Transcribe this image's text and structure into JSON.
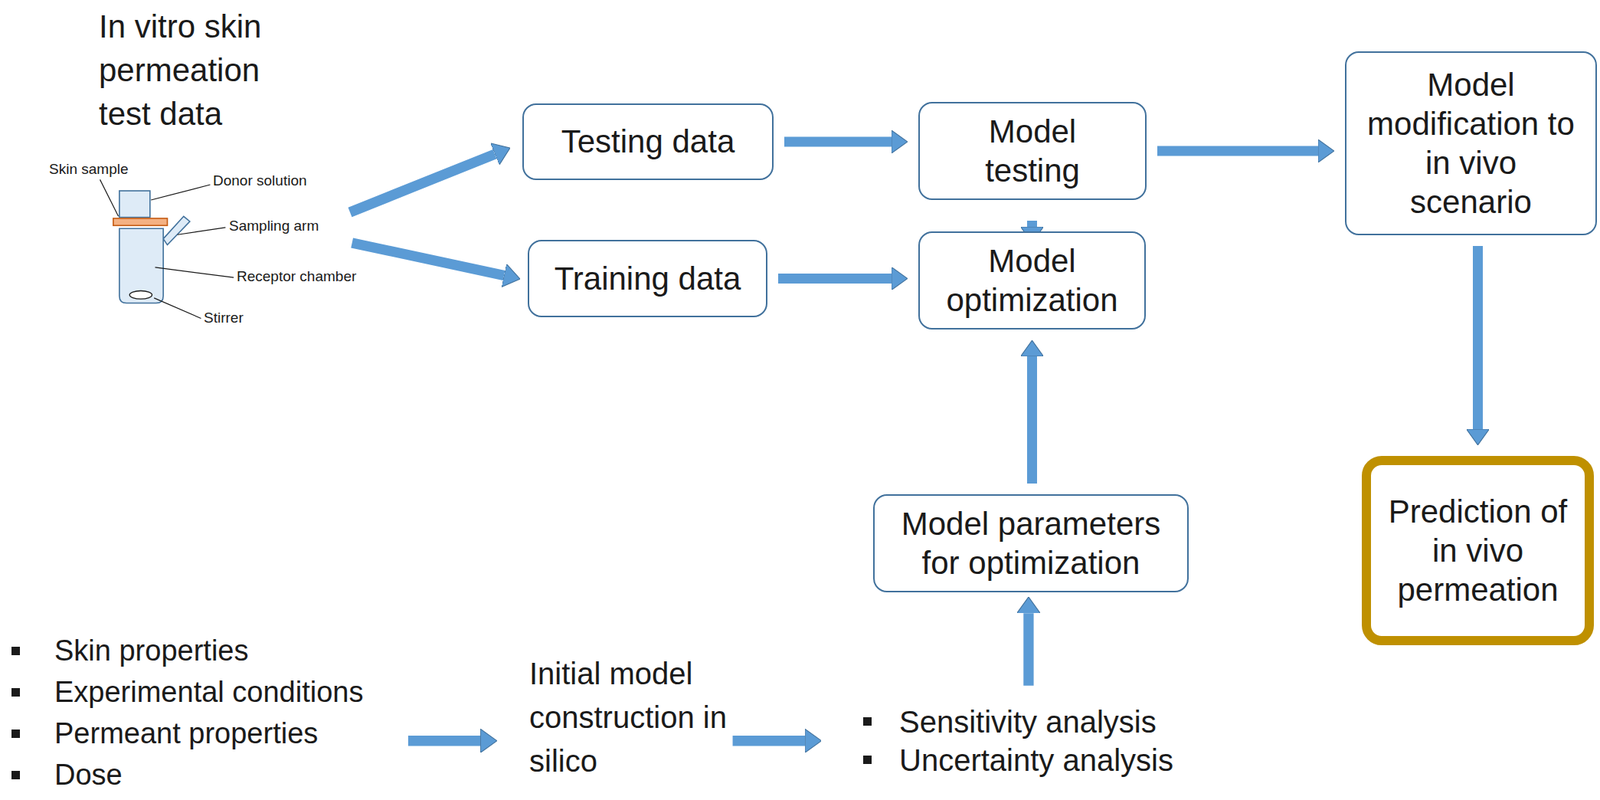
{
  "diagram": {
    "nodes": [
      {
        "text": [
          "Testing data"
        ]
      },
      {
        "text": [
          "Model testing"
        ]
      },
      {
        "text": [
          "Model modification to in vivo scenario"
        ]
      },
      {
        "text": [
          "Training data"
        ]
      },
      {
        "text": [
          "Model optimization"
        ]
      },
      {
        "text": [
          "Model parameters for optimization"
        ]
      },
      {
        "text": [
          "Prediction of in vivo permeation"
        ]
      }
    ],
    "edges": [
      {
        "from": 0,
        "to": 1,
        "arrow": "to"
      },
      {
        "from": 3,
        "to": 4,
        "arrow": "to"
      },
      {
        "from": 4,
        "to": 1,
        "arrow": "to"
      },
      {
        "from": 1,
        "to": 2,
        "arrow": "to"
      },
      {
        "from": 2,
        "to": 6,
        "arrow": "to"
      },
      {
        "from": 5,
        "to": 4,
        "arrow": "to"
      }
    ],
    "labels": [
      "In vitro skin permeation test data",
      "Skin sample",
      "Donor solution",
      "Sampling arm",
      "Receptor chamber",
      "Stirrer",
      "Skin properties",
      "Experimental conditions",
      "Permeant properties",
      "Dose",
      "Initial model construction in silico",
      "Sensitivity analysis",
      "Uncertainty analysis"
    ]
  }
}
